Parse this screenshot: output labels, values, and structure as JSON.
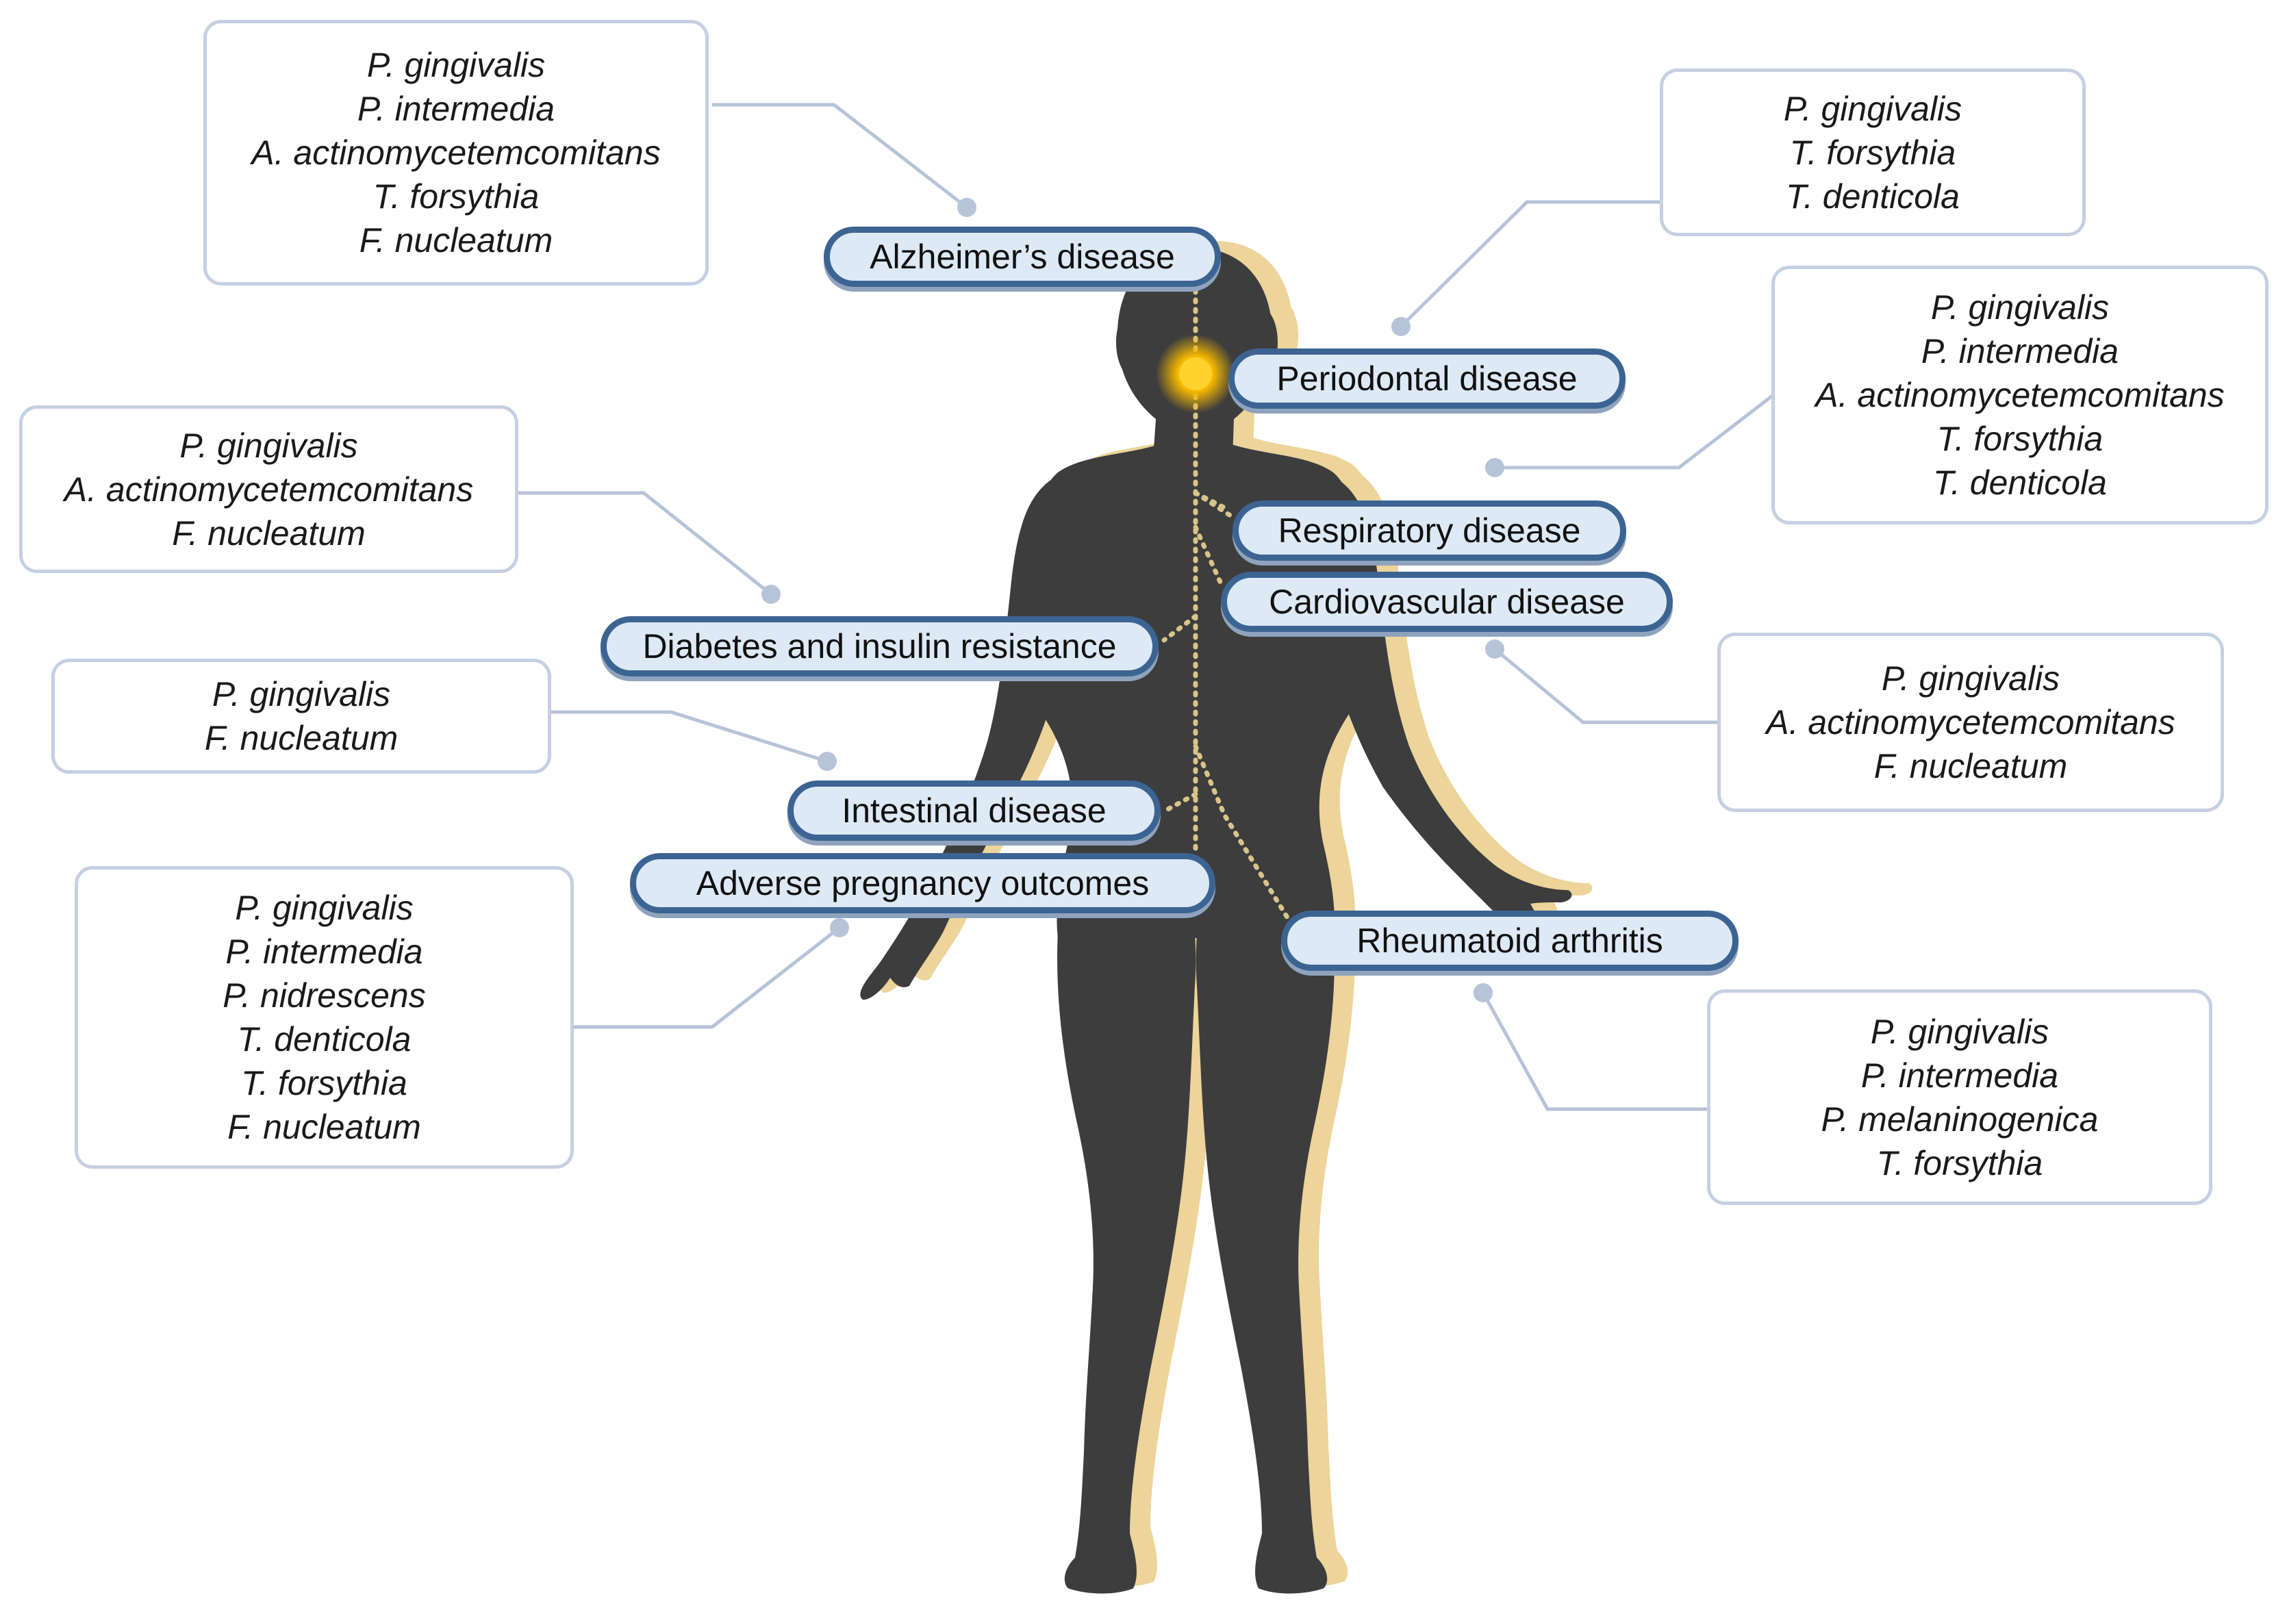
{
  "diseases": {
    "alzheimers": "Alzheimer’s disease",
    "periodontal": "Periodontal disease",
    "respiratory": "Respiratory disease",
    "cardiovascular": "Cardiovascular disease",
    "diabetes": "Diabetes and insulin resistance",
    "intestinal": "Intestinal disease",
    "pregnancy": "Adverse pregnancy outcomes",
    "rheumatoid": "Rheumatoid arthritis"
  },
  "bacteria": {
    "alzheimers": [
      "P. gingivalis",
      "P. intermedia",
      "A. actinomycetemcomitans",
      "T. forsythia",
      "F. nucleatum"
    ],
    "periodontal": [
      "P. gingivalis",
      "T. forsythia",
      "T. denticola"
    ],
    "respiratory": [
      "P. gingivalis",
      "P. intermedia",
      "A. actinomycetemcomitans",
      "T. forsythia",
      "T. denticola"
    ],
    "diabetes": [
      "P. gingivalis",
      "A. actinomycetemcomitans",
      "F. nucleatum"
    ],
    "intestinal": [
      "P. gingivalis",
      "F. nucleatum"
    ],
    "cardiovascular": [
      "P. gingivalis",
      "A. actinomycetemcomitans",
      "F. nucleatum"
    ],
    "pregnancy": [
      "P. gingivalis",
      "P. intermedia",
      "P. nidrescens",
      "T. denticola",
      "T. forsythia",
      "F. nucleatum"
    ],
    "rheumatoid": [
      "P. gingivalis",
      "P. intermedia",
      "P. melaninogenica",
      "T. forsythia"
    ]
  },
  "colors": {
    "body": "#3d3d3d",
    "body_shadow": "#ecd49a",
    "mouth_glow": "#f5b800",
    "pill_border": "#3c6493",
    "pill_fill": "#dde9f5",
    "box_border": "#c6d0e2",
    "connector": "#b7c3d9",
    "dotted_path": "#d8c48a"
  }
}
